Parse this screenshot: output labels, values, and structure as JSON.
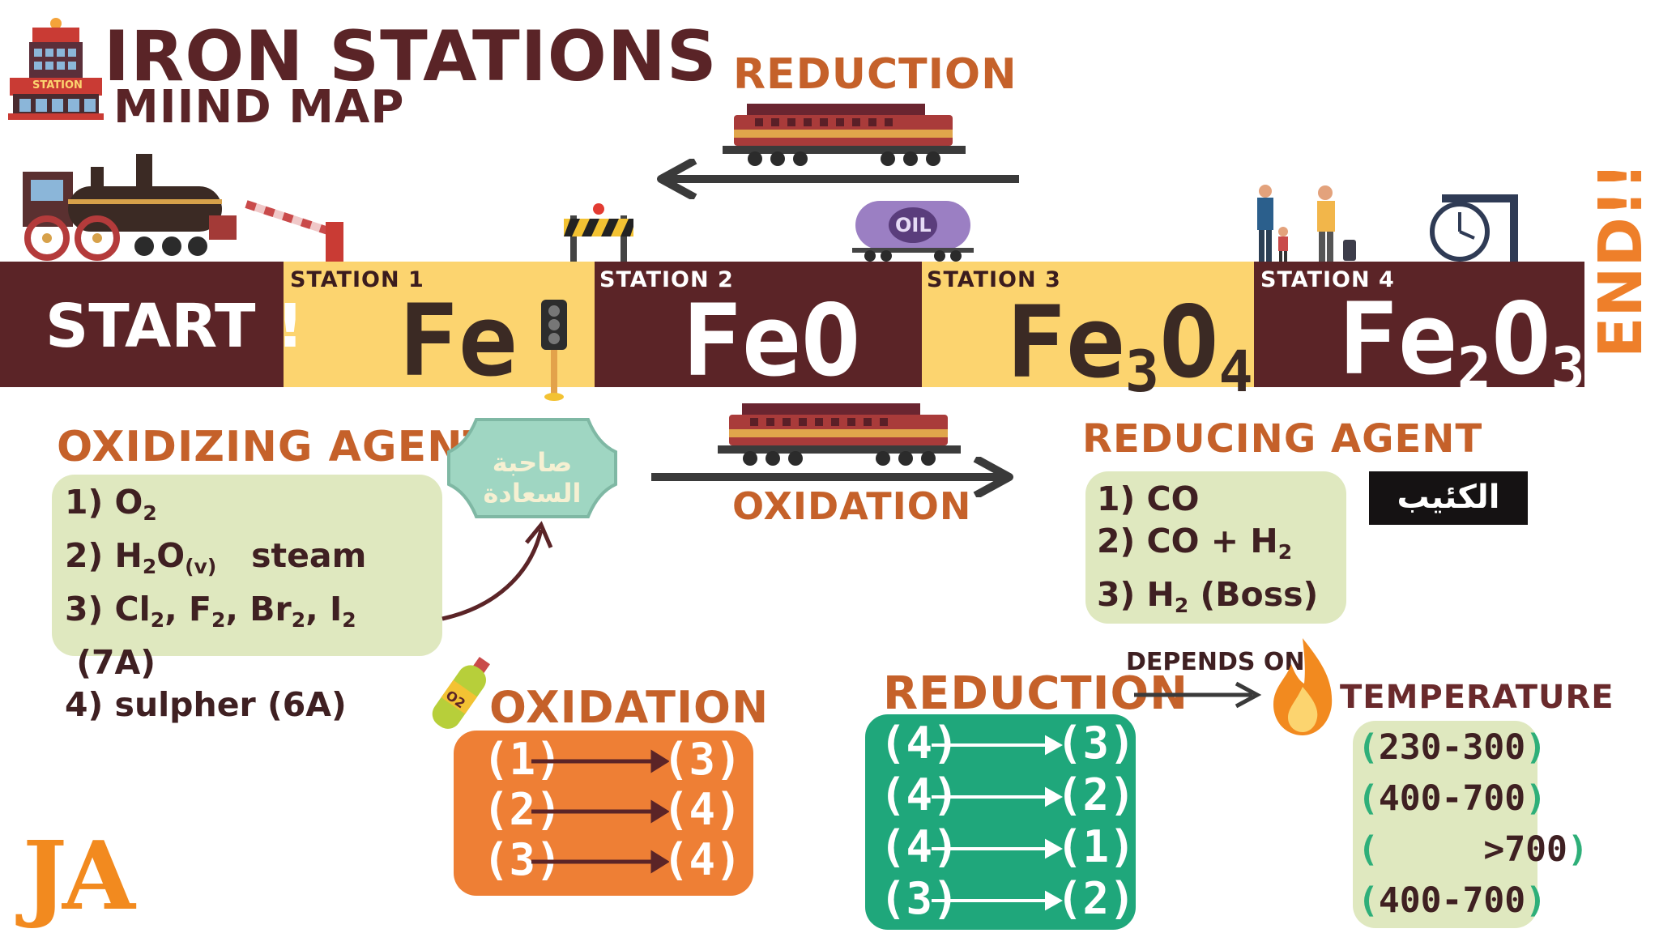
{
  "header": {
    "title": "IRON STATIONS",
    "subtitle": "MIIND MAP",
    "station_sign": "STATION"
  },
  "top_arrow": {
    "label": "REDUCTION"
  },
  "oil_tank": {
    "label": "OIL"
  },
  "line": {
    "start": "START !",
    "end": "END!!",
    "stations": [
      {
        "label": "STATION 1",
        "formula": "Fe",
        "sub1": "",
        "mid": "",
        "sub2": ""
      },
      {
        "label": "STATION 2",
        "formula": "FeO",
        "sub1": "",
        "mid": "",
        "sub2": ""
      },
      {
        "label": "STATION 3",
        "formula": "Fe",
        "sub1": "3",
        "mid": "O",
        "sub2": "4"
      },
      {
        "label": "STATION 4",
        "formula": "Fe",
        "sub1": "2",
        "mid": "O",
        "sub2": "3"
      }
    ]
  },
  "mid_arrow": {
    "label": "OXIDATION"
  },
  "oxidizing": {
    "title": "OXIDIZING AGENT",
    "arabic": "صاحبة السعادة",
    "items": [
      {
        "pre": "1) O",
        "sub": "2",
        "post": "",
        "sub2": "",
        "post2": "",
        "sub3": "",
        "post3": "",
        "sub4": "",
        "post4": ""
      },
      {
        "pre": "2) H",
        "sub": "2",
        "post": "O",
        "sub2": "(v)",
        "post2": "   steam",
        "sub3": "",
        "post3": "",
        "sub4": "",
        "post4": ""
      },
      {
        "pre": "3) Cl",
        "sub": "2",
        "post": ", F",
        "sub2": "2",
        "post2": ", Br",
        "sub3": "2",
        "post3": ", I",
        "sub4": "2",
        "post4": " (7A)"
      },
      {
        "pre": "4) sulpher (6A)",
        "sub": "",
        "post": "",
        "sub2": "",
        "post2": "",
        "sub3": "",
        "post3": "",
        "sub4": "",
        "post4": ""
      }
    ]
  },
  "reducing": {
    "title": "REDUCING AGENT",
    "arabic": "الكئيب",
    "items": [
      {
        "pre": "1) CO",
        "sub": "",
        "post": ""
      },
      {
        "pre": "2) CO + H",
        "sub": "2",
        "post": ""
      },
      {
        "pre": "3) H",
        "sub": "2",
        "post": " (Boss)"
      }
    ]
  },
  "oxidation_box": {
    "title": "OXIDATION",
    "bottle_label": "O2",
    "rows": [
      {
        "from": "(1)",
        "to": "(3)"
      },
      {
        "from": "(2)",
        "to": "(4)"
      },
      {
        "from": "(3)",
        "to": "(4)"
      }
    ]
  },
  "reduction_box": {
    "title": "REDUCTION",
    "rows": [
      {
        "from": "(4)",
        "to": "(3)"
      },
      {
        "from": "(4)",
        "to": "(2)"
      },
      {
        "from": "(4)",
        "to": "(1)"
      },
      {
        "from": "(3)",
        "to": "(2)"
      }
    ]
  },
  "depends_on": "DEPENDS ON",
  "temperature": {
    "title": "TEMPERATURE",
    "rows": [
      "230-300",
      "400-700",
      "     >700",
      "400-700"
    ]
  },
  "logo": "JA",
  "colors": {
    "brown": "#5b2427",
    "yellow": "#fcd46f",
    "orange": "#c5612a",
    "green_box": "#dfe8bf",
    "orange_box": "#ee7f35",
    "teal_box": "#1fa77b"
  }
}
